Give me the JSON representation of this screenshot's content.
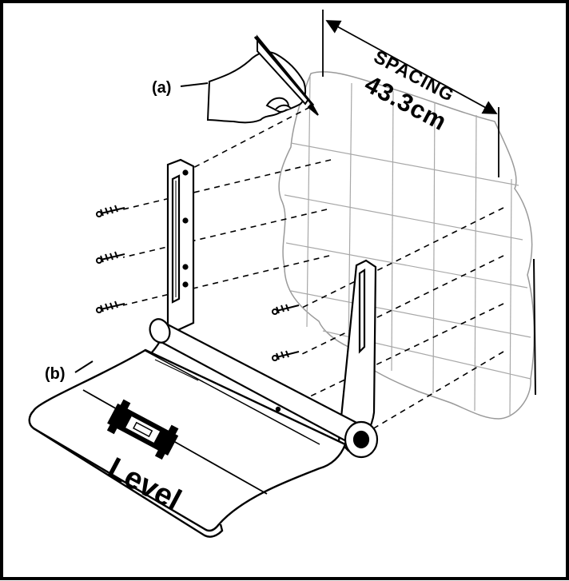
{
  "labels": {
    "a": "(a)",
    "b": "(b)"
  },
  "spacing": {
    "title": "SPACING",
    "value": "43.3cm"
  },
  "level": {
    "text": "Level"
  }
}
